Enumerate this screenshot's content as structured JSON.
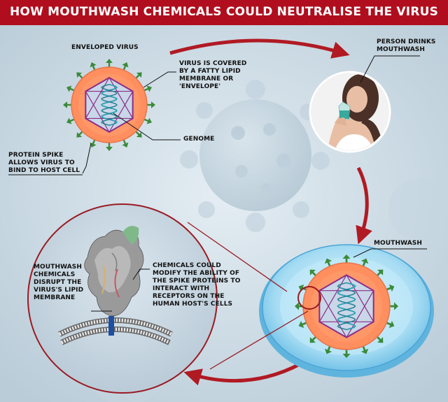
{
  "title": "HOW MOUTHWASH CHEMICALS COULD NEUTRALISE THE VIRUS",
  "labels": {
    "enveloped_virus": "ENVELOPED VIRUS",
    "virus_covered": [
      "VIRUS IS COVERED",
      "BY A FATTY LIPID",
      "MEMBRANE OR",
      "'ENVELOPE'"
    ],
    "genome": "GENOME",
    "protein_spike": [
      "PROTEIN SPIKE",
      "ALLOWS VIRUS TO",
      "BIND TO HOST CELL"
    ],
    "person_drinks": [
      "PERSON DRINKS",
      "MOUTHWASH"
    ],
    "mouthwash": "MOUTHWASH",
    "disrupt": [
      "MOUTHWASH",
      "CHEMICALS",
      "DISRUPT THE",
      "VIRUS'S LIPID",
      "MEMBRANE"
    ],
    "modify": [
      "CHEMICALS COULD",
      "MODIFY THE ABILITY OF",
      "THE SPIKE PROTEINS TO",
      "INTERACT WITH",
      "RECEPTORS ON THE",
      "HUMAN HOST'S CELLS"
    ]
  },
  "colors": {
    "header": "#b00e1e",
    "arrow": "#b01a23",
    "envelope": "#ff8f5e",
    "capsid": "#8a2d88",
    "spike": "#3b8a3a",
    "rna": "#2aa0b0",
    "dish": "#88cdee"
  }
}
